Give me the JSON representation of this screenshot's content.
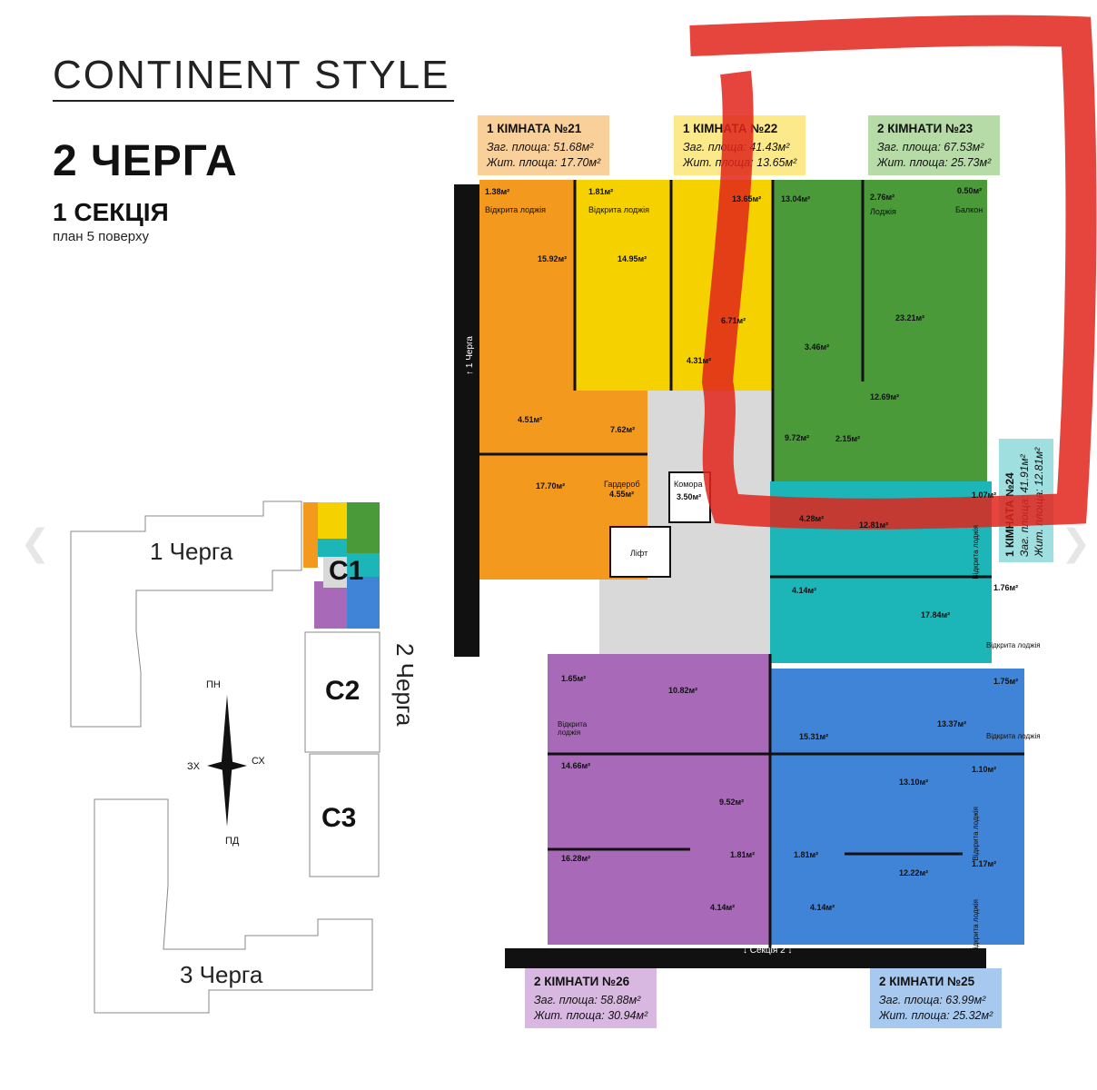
{
  "header": {
    "logo": "CONTINENT STYLE",
    "queue": "2 ЧЕРГА",
    "section": "1 СЕКЦІЯ",
    "floor_plan": "план 5 поверху"
  },
  "apartments": [
    {
      "id": "21",
      "title": "1 КІМНАТА №21",
      "total": "Заг. площа: 51.68м²",
      "living": "Жит. площа: 17.70м²",
      "color": "#f39a1e",
      "tag_bg": "#f9cf9a"
    },
    {
      "id": "22",
      "title": "1 КІМНАТА №22",
      "total": "Заг. площа: 41.43м²",
      "living": "Жит. площа: 13.65м²",
      "color": "#f5d100",
      "tag_bg": "#fbe98a"
    },
    {
      "id": "23",
      "title": "2 КІМНАТИ №23",
      "total": "Заг. площа: 67.53м²",
      "living": "Жит. площа: 25.73м²",
      "color": "#4a9a3a",
      "tag_bg": "#b6dba7"
    },
    {
      "id": "24",
      "title": "1 КІМНАТА №24",
      "total": "Заг. площа: 41.91м²",
      "living": "Жит. площа: 12.81м²",
      "color": "#1cb5b8",
      "tag_bg": "#9fdfe0"
    },
    {
      "id": "25",
      "title": "2 КІМНАТИ №25",
      "total": "Заг. площа: 63.99м²",
      "living": "Жит. площа: 25.32м²",
      "color": "#3f84d6",
      "tag_bg": "#a7c8ef"
    },
    {
      "id": "26",
      "title": "2 КІМНАТИ №26",
      "total": "Заг. площа: 58.88м²",
      "living": "Жит. площа: 30.94м²",
      "color": "#a769b8",
      "tag_bg": "#d8b8e0"
    }
  ],
  "rooms": {
    "r21_loggia_area": "1.38м²",
    "r21_loggia": "Відкрита лоджія",
    "r21_kitchen": "15.92м²",
    "r21_bath": "4.51м²",
    "r21_hall": "7.62м²",
    "r21_bed": "17.70м²",
    "r21_wardrobe": "Гардероб",
    "r21_wardrobe_area": "4.55м²",
    "r22_loggia_area": "1.81м²",
    "r22_loggia": "Відкрита лоджія",
    "r22_kitchen": "14.95м²",
    "r22_bath": "4.31м²",
    "r22_bed": "13.65м²",
    "r22_hall": "6.71м²",
    "r23_bed1": "13.04м²",
    "r23_loggia_area": "2.76м²",
    "r23_loggia": "Лоджія",
    "r23_balcony_area": "0.50м²",
    "r23_balcony": "Балкон",
    "r23_living": "23.21м²",
    "r23_bath": "3.46м²",
    "r23_bed2": "12.69м²",
    "r23_hall": "9.72м²",
    "r23_wc": "2.15м²",
    "r24_bath": "4.28м²",
    "r24_bed": "12.81м²",
    "r24_hall": "4.14м²",
    "r24_kitchen": "17.84м²",
    "r24_loggia1_area": "1.07м²",
    "r24_loggia2_area": "1.76м²",
    "r24_loggia": "Відкрита лоджія",
    "r25_loggia1_area": "1.75м²",
    "r25_loggia": "Відкрита лоджія",
    "r25_hall": "15.31м²",
    "r25_kitchen": "13.37м²",
    "r25_bed1": "13.10м²",
    "r25_loggia2_area": "1.10м²",
    "r25_bath": "1.81м²",
    "r25_hall2": "4.14м²",
    "r25_bed2": "12.22м²",
    "r25_loggia3_area": "1.17м²",
    "r26_loggia_area": "1.65м²",
    "r26_loggia": "Відкрита лоджія",
    "r26_kitchen": "10.82м²",
    "r26_bed1": "14.66м²",
    "r26_hall": "9.52м²",
    "r26_bed2": "16.28м²",
    "r26_wc": "1.81м²",
    "r26_bath": "4.14м²",
    "storage": "Комора",
    "storage_area": "3.50м²",
    "lift": "Ліфт"
  },
  "markers": {
    "queue1": "↑ 1 Черга",
    "section2": "↓ Секція 2 ↓"
  },
  "site_map": {
    "queue1": "1 Черга",
    "queue2": "2 Черга",
    "queue3": "3 Черга",
    "c1": "С1",
    "c2": "С2",
    "c3": "С3",
    "north": "ПН",
    "south": "ПД",
    "west": "ЗХ",
    "east": "СХ"
  }
}
